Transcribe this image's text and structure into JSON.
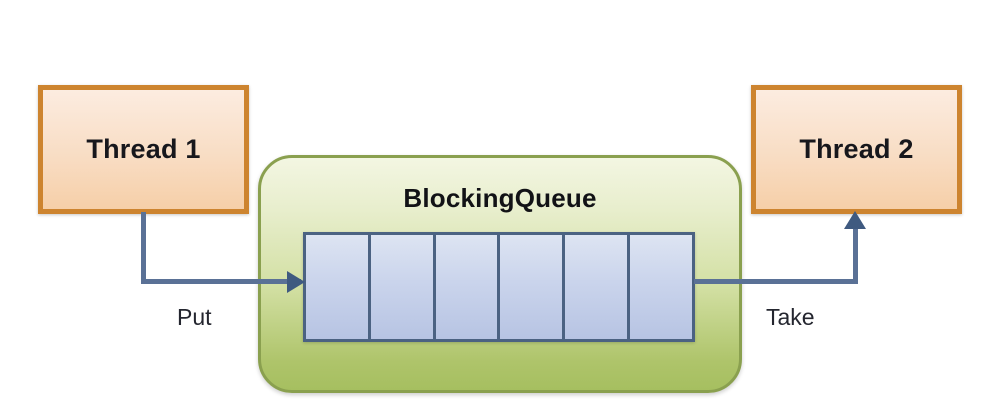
{
  "diagram": {
    "title": "BlockingQueue producer-consumer diagram",
    "producer": {
      "label": "Thread 1",
      "role": "producer"
    },
    "consumer": {
      "label": "Thread 2",
      "role": "consumer"
    },
    "queue": {
      "label": "BlockingQueue",
      "cell_count": 6,
      "cells": [
        "",
        "",
        "",
        "",
        "",
        ""
      ]
    },
    "edges": [
      {
        "label": "Put",
        "from": "Thread 1",
        "to": "BlockingQueue",
        "direction": "right"
      },
      {
        "label": "Take",
        "from": "BlockingQueue",
        "to": "Thread 2",
        "direction": "up"
      }
    ],
    "colors": {
      "thread_border": "#cd842f",
      "thread_fill": "#f6cfa8",
      "queue_border": "#8aa04f",
      "queue_fill_top": "#f3f6e2",
      "queue_fill_bottom": "#a6bf60",
      "cell_border": "#4b6282",
      "cell_fill": "#ccd5ec",
      "connector": "#5a7196",
      "arrowhead": "#3f5a80",
      "text": "#17171c",
      "background": "#ffffff"
    }
  }
}
